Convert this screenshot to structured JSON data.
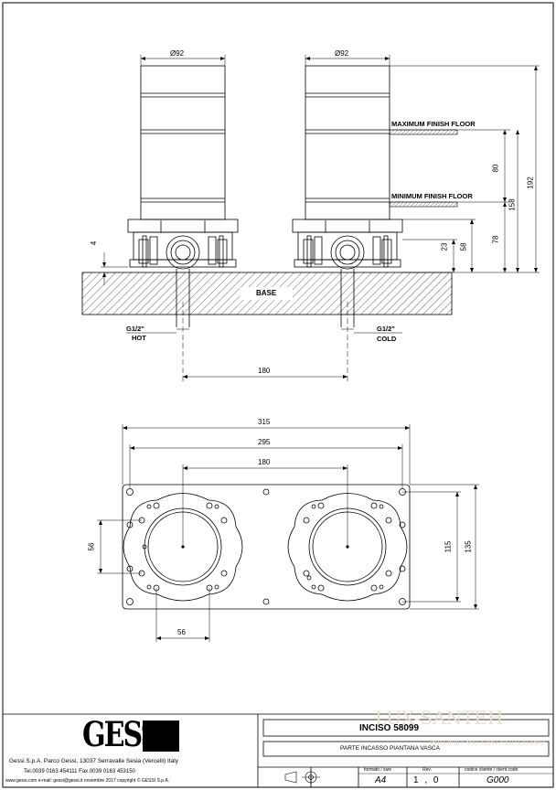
{
  "labels": {
    "dia_left": "Ø92",
    "dia_right": "Ø92",
    "max_floor": "MAXIMUM  FINISH  FLOOR",
    "min_floor": "MINIMUM  FINISH  FLOOR",
    "base": "BASE",
    "hot_size": "G1/2\"",
    "hot": "HOT",
    "cold_size": "G1/2\"",
    "cold": "COLD"
  },
  "side_dims": {
    "d4": "4",
    "d23": "23",
    "d58": "58",
    "d80": "80",
    "d78": "78",
    "d158": "158",
    "d192": "192",
    "d180": "180"
  },
  "plan_dims": {
    "d315": "315",
    "d295": "295",
    "d180": "180",
    "d56_vertical": "56",
    "d56_horizontal": "56",
    "d115": "115",
    "d135": "135"
  },
  "title_block": {
    "logo": "GESSI",
    "company_line": "Gessi S.p.A. Parco Gessi, 13037 Serravalle Sesia (Vercelli) Italy",
    "phone_line": "Tel.0039 0163 454111 Fax.0039 0163 453150",
    "web_line": "www.gessi.com  e-mail: gessi@gessi.it  novembre 2017 copyright © GESSI S.p.A.",
    "product": "INCISO  58099",
    "description": "PARTE INCASSO PIANTANA VASCA",
    "format_label": "formato / size",
    "format_value": "A4",
    "rev_label": "Rev.",
    "rev_value": "1 , 0",
    "code_label": "codice cliente / client code",
    "code_value": "G000"
  },
  "watermark": {
    "brand": "LUX-SANTEH",
    "tagline": "ИНТЕРНЕТ-МАГАЗИН САНТЕХНИКИ"
  }
}
